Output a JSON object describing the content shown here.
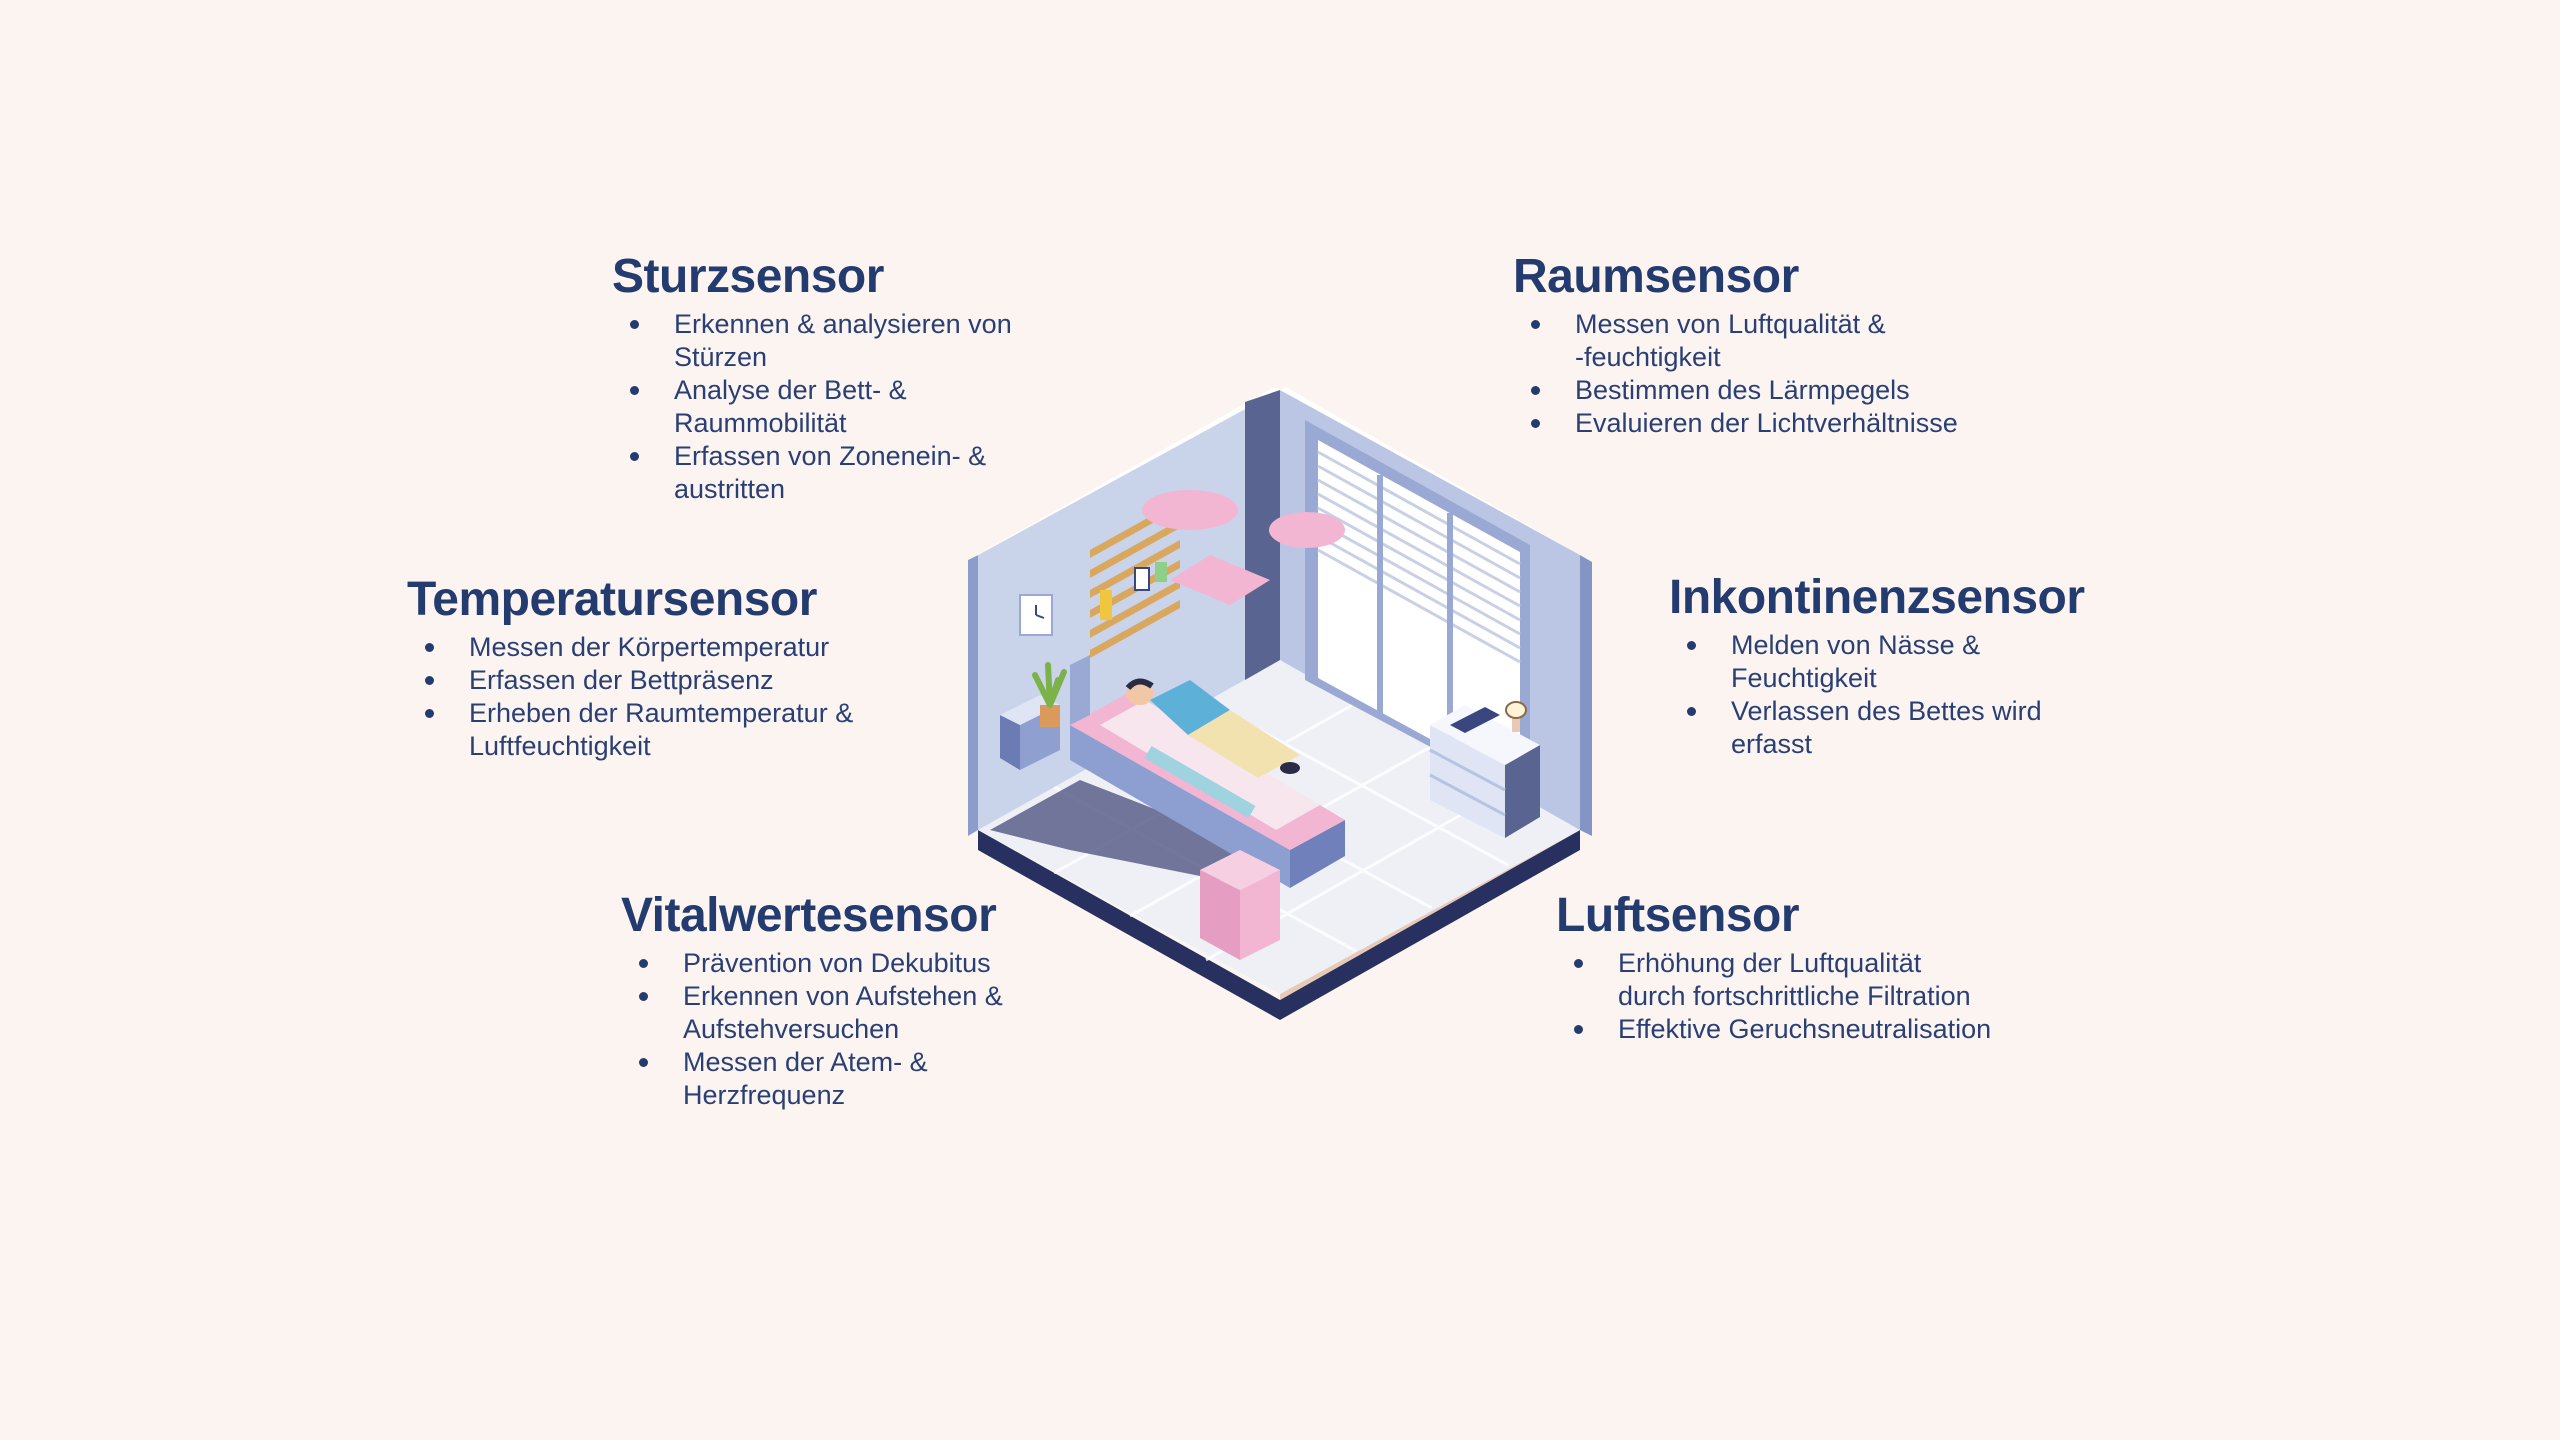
{
  "sensors": [
    {
      "id": "sturz",
      "title": "Sturzsensor",
      "items": [
        "Erkennen & analysieren von\nStürzen",
        "Analyse der Bett- &\nRaummobilität",
        "Erfassen von Zonenein- &\naustritten"
      ]
    },
    {
      "id": "raum",
      "title": "Raumsensor",
      "items": [
        "Messen von Luftqualität &\n-feuchtigkeit",
        "Bestimmen des Lärmpegels",
        "Evaluieren der Lichtverhältnisse"
      ]
    },
    {
      "id": "temperatur",
      "title": "Temperatursensor",
      "items": [
        "Messen der Körpertemperatur",
        "Erfassen der Bettpräsenz",
        "Erheben der Raumtemperatur &\nLuftfeuchtigkeit"
      ]
    },
    {
      "id": "inkontinenz",
      "title": "Inkontinenzsensor",
      "items": [
        "Melden von Nässe &\nFeuchtigkeit",
        "Verlassen des Bettes wird\nerfasst"
      ]
    },
    {
      "id": "vitalwerte",
      "title": "Vitalwertesensor",
      "items": [
        "Prävention von Dekubitus",
        "Erkennen von Aufstehen &\nAufstehversuchen",
        "Messen der Atem- &\nHerzfrequenz"
      ]
    },
    {
      "id": "luft",
      "title": "Luftsensor",
      "items": [
        "Erhöhung der Luftqualität\ndurch fortschrittliche Filtration",
        "Effektive Geruchsneutralisation"
      ]
    }
  ],
  "colors": {
    "background": "#fbf4f1",
    "heading": "#233b6e",
    "accent_pink": "#f2b6d3",
    "wall": "#c9d3ea"
  }
}
